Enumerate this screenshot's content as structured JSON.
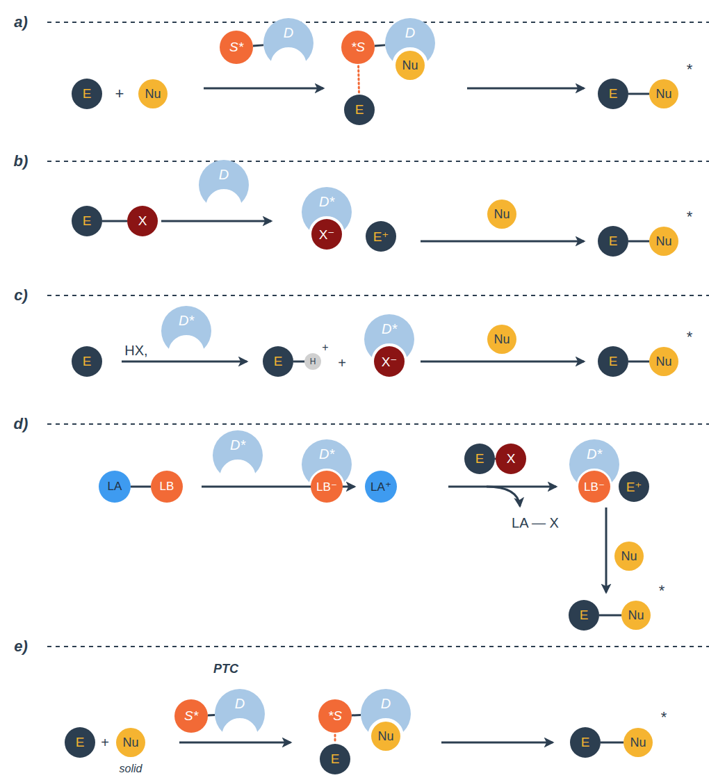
{
  "diagram": {
    "nodes": [
      {
        "text": [
          "E"
        ]
      },
      {
        "text": [
          "Nu"
        ]
      },
      {
        "text": [
          "S*"
        ]
      },
      {
        "text": [
          "D"
        ]
      },
      {
        "text": [
          "*S"
        ]
      },
      {
        "text": [
          "D"
        ]
      },
      {
        "text": [
          "Nu"
        ]
      },
      {
        "text": [
          "E"
        ]
      },
      {
        "text": [
          "E"
        ]
      },
      {
        "text": [
          "Nu"
        ]
      },
      {
        "text": [
          "E"
        ]
      },
      {
        "text": [
          "X"
        ]
      },
      {
        "text": [
          "D"
        ]
      },
      {
        "text": [
          "D*"
        ]
      },
      {
        "text": [
          "X⁻"
        ]
      },
      {
        "text": [
          "E⁺"
        ]
      },
      {
        "text": [
          "Nu"
        ]
      },
      {
        "text": [
          "E"
        ]
      },
      {
        "text": [
          "Nu"
        ]
      },
      {
        "text": [
          "E"
        ]
      },
      {
        "text": [
          "D*"
        ]
      },
      {
        "text": [
          "E"
        ]
      },
      {
        "text": [
          "H"
        ]
      },
      {
        "text": [
          "D*"
        ]
      },
      {
        "text": [
          "X⁻"
        ]
      },
      {
        "text": [
          "Nu"
        ]
      },
      {
        "text": [
          "E"
        ]
      },
      {
        "text": [
          "Nu"
        ]
      },
      {
        "text": [
          "LA"
        ]
      },
      {
        "text": [
          "LB"
        ]
      },
      {
        "text": [
          "D*"
        ]
      },
      {
        "text": [
          "D*"
        ]
      },
      {
        "text": [
          "LB⁻"
        ]
      },
      {
        "text": [
          "LA⁺"
        ]
      },
      {
        "text": [
          "E"
        ]
      },
      {
        "text": [
          "X"
        ]
      },
      {
        "text": [
          "D*"
        ]
      },
      {
        "text": [
          "LB⁻"
        ]
      },
      {
        "text": [
          "E⁺"
        ]
      },
      {
        "text": [
          "Nu"
        ]
      },
      {
        "text": [
          "E"
        ]
      },
      {
        "text": [
          "Nu"
        ]
      },
      {
        "text": [
          "E"
        ]
      },
      {
        "text": [
          "Nu"
        ]
      },
      {
        "text": [
          "S*"
        ]
      },
      {
        "text": [
          "D"
        ]
      },
      {
        "text": [
          "*S"
        ]
      },
      {
        "text": [
          "D"
        ]
      },
      {
        "text": [
          "Nu"
        ]
      },
      {
        "text": [
          "E"
        ]
      },
      {
        "text": [
          "E"
        ]
      },
      {
        "text": [
          "Nu"
        ]
      }
    ],
    "edges": [
      {
        "from": 2,
        "to": 3,
        "arrow": "none"
      },
      {
        "from": 4,
        "to": 5,
        "arrow": "none"
      },
      {
        "from": 4,
        "to": 7,
        "arrow": "none"
      },
      {
        "from": 8,
        "to": 9,
        "arrow": "none"
      },
      {
        "from": 10,
        "to": 11,
        "arrow": "none"
      },
      {
        "from": 17,
        "to": 18,
        "arrow": "none"
      },
      {
        "from": 21,
        "to": 22,
        "arrow": "none"
      },
      {
        "from": 26,
        "to": 27,
        "arrow": "none"
      },
      {
        "from": 28,
        "to": 29,
        "arrow": "none"
      },
      {
        "from": 34,
        "to": 35,
        "arrow": "none"
      },
      {
        "from": 40,
        "to": 41,
        "arrow": "none"
      },
      {
        "from": 44,
        "to": 45,
        "arrow": "none"
      },
      {
        "from": 46,
        "to": 47,
        "arrow": "none"
      },
      {
        "from": 46,
        "to": 49,
        "arrow": "none"
      },
      {
        "from": 50,
        "to": 51,
        "arrow": "none"
      }
    ],
    "labels": [
      "a)",
      "+",
      "*",
      "b)",
      "*",
      "c)",
      "HX,",
      "+",
      "+",
      "*",
      "d)",
      "LA — X",
      "*",
      "e)",
      "PTC",
      "+",
      "solid",
      "*"
    ]
  }
}
